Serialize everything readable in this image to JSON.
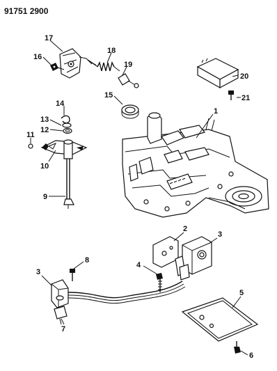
{
  "header": {
    "part_number": "91751 2900"
  },
  "callouts": {
    "c1": "1",
    "c2": "2",
    "c3a": "3",
    "c3b": "3",
    "c4": "4",
    "c5": "5",
    "c6": "6",
    "c7": "7",
    "c8": "8",
    "c9": "9",
    "c10": "10",
    "c11": "11",
    "c12": "12",
    "c13": "13",
    "c14": "14",
    "c15": "15",
    "c16": "16",
    "c17": "17",
    "c18": "18",
    "c19": "19",
    "c20": "20",
    "c21": "21"
  }
}
